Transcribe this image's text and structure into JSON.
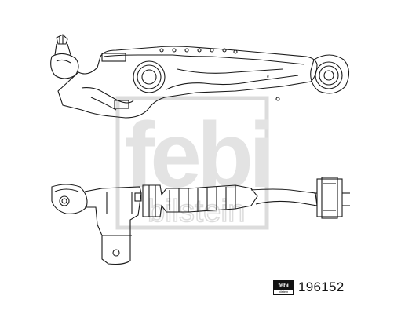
{
  "brand": {
    "watermark_text": "febi",
    "watermark_subtext": "bilstein",
    "badge_text": "febi",
    "badge_subtext": "bilstein"
  },
  "part_number": "196152",
  "colors": {
    "line": "#1a1a1a",
    "watermark": "#e6e6e6",
    "background": "#ffffff"
  }
}
